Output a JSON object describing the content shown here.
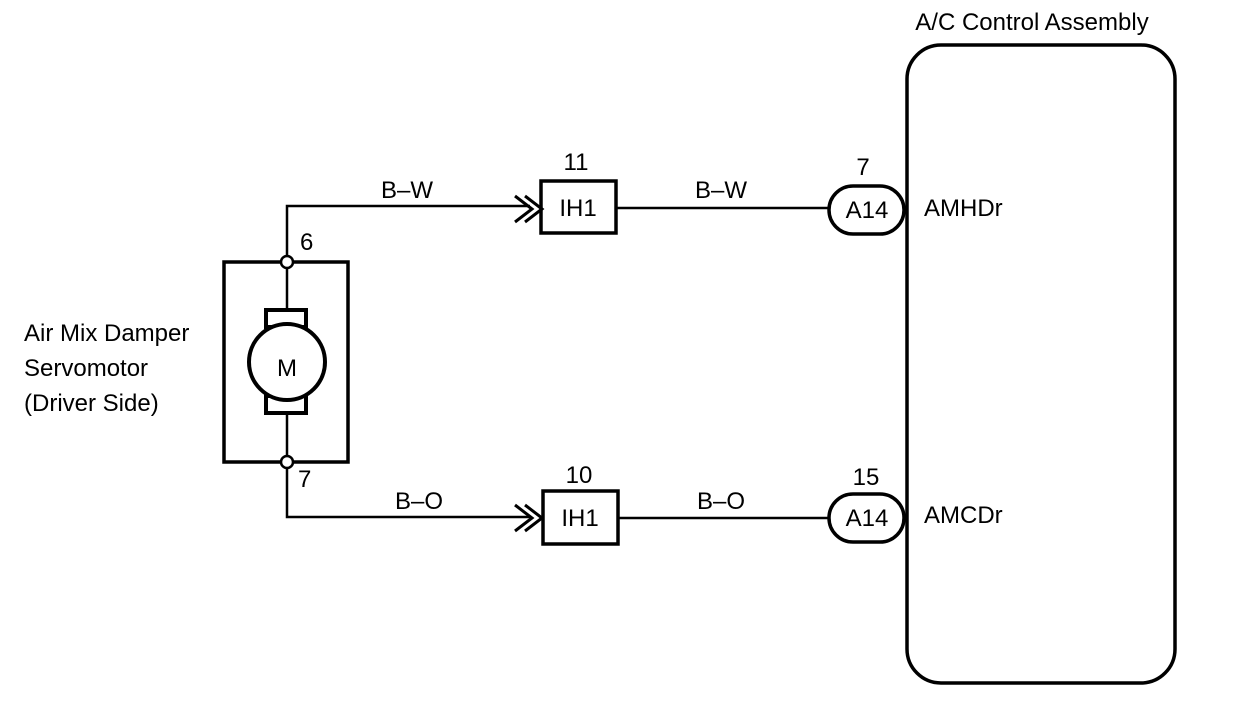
{
  "ecu": {
    "title": "A/C Control Assembly",
    "terminals": [
      {
        "pin": "7",
        "connector": "A14",
        "signal": "AMHDr"
      },
      {
        "pin": "15",
        "connector": "A14",
        "signal": "AMCDr"
      }
    ]
  },
  "motor": {
    "label_lines": [
      "Air Mix Damper",
      "Servomotor",
      "(Driver Side)"
    ],
    "symbol": "M",
    "pins": [
      "6",
      "7"
    ]
  },
  "circuits": [
    {
      "wire_color_left": "B–W",
      "junction_connector": "IH1",
      "junction_pin": "11",
      "wire_color_right": "B–W"
    },
    {
      "wire_color_left": "B–O",
      "junction_connector": "IH1",
      "junction_pin": "10",
      "wire_color_right": "B–O"
    }
  ]
}
